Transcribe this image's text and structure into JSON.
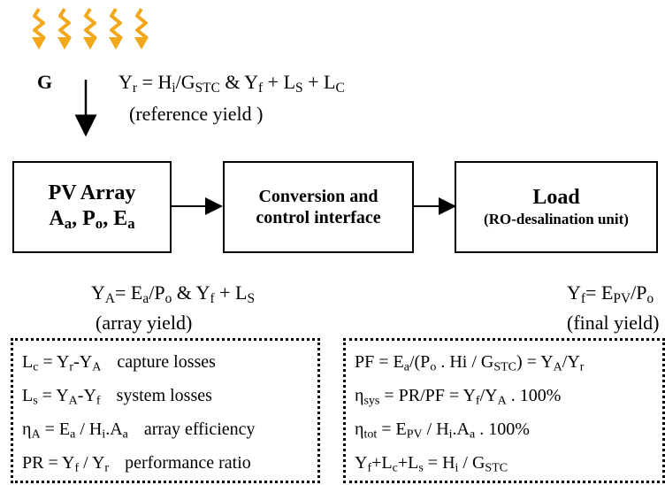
{
  "colors": {
    "sun_arrow": "#f3a81c",
    "line": "#000000"
  },
  "irradiance": {
    "icon": "sunlight-arrows-icon",
    "symbol": "G",
    "reference_eq": [
      "Y",
      "r",
      " = H",
      "i",
      "/G",
      "STC",
      " & Y",
      "f",
      " + L",
      "S",
      " + L",
      "C"
    ],
    "reference_label": "(reference yield )"
  },
  "boxes": {
    "pv_array": {
      "line1": "PV Array",
      "line2": [
        "A",
        "a",
        ", P",
        "o",
        ", E",
        "a"
      ]
    },
    "conversion": {
      "line1": "Conversion and",
      "line2": "control interface"
    },
    "load": {
      "line1": "Load",
      "line2": "(RO-desalination unit)"
    }
  },
  "array_yield": {
    "eq": [
      "Y",
      "A",
      "= E",
      "a",
      "/P",
      "o",
      " & Y",
      "f",
      " + L",
      "S"
    ],
    "label": "(array yield)"
  },
  "final_yield": {
    "eq": [
      "Y",
      "f",
      "= E",
      "PV",
      "/P",
      "o"
    ],
    "label": "(final yield)"
  },
  "left_definitions": [
    {
      "eq": [
        "L",
        "c",
        " = Y",
        "r",
        "-Y",
        "A"
      ],
      "desc": "capture losses"
    },
    {
      "eq": [
        "L",
        "s",
        " = Y",
        "A",
        "-Y",
        "f"
      ],
      "desc": "system losses"
    },
    {
      "eq": [
        "η",
        "A",
        " = E",
        "a",
        " / H",
        "i",
        ".A",
        "a"
      ],
      "desc": "array efficiency"
    },
    {
      "eq": [
        "PR = Y",
        "f",
        " / Y",
        "r"
      ],
      "desc": "performance ratio"
    }
  ],
  "right_definitions": [
    {
      "eq": [
        "PF = E",
        "a",
        "/(P",
        "o",
        " . Hi / G",
        "STC",
        ") = Y",
        "A",
        "/Y",
        "r"
      ]
    },
    {
      "eq": [
        "η",
        "sys",
        " = PR/PF = Y",
        "f",
        "/Y",
        "A",
        " . 100%"
      ]
    },
    {
      "eq": [
        "η",
        "tot",
        " = E",
        "PV",
        " / H",
        "i",
        ".A",
        "a",
        " . 100%"
      ]
    },
    {
      "eq": [
        "Y",
        "f",
        "+L",
        "c",
        "+L",
        "s",
        " = H",
        "i",
        " / G",
        "STC"
      ]
    }
  ]
}
